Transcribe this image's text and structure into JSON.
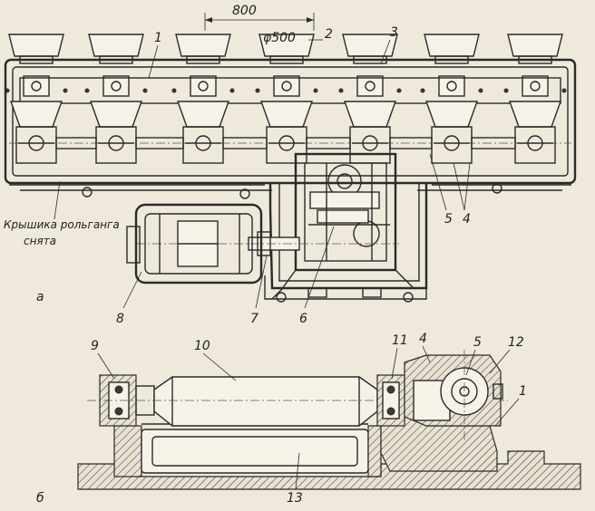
{
  "figure": {
    "view_a_letter": "а",
    "view_b_letter": "б",
    "dimension_800": "800",
    "dimension_diameter": "φ500",
    "cover_note_line1": "Крышика рольганга",
    "cover_note_line2": "снята"
  },
  "callouts": {
    "top_1": "1",
    "top_2": "2",
    "top_3": "3",
    "top_4": "4",
    "top_5": "5",
    "top_6": "6",
    "top_7": "7",
    "top_8": "8",
    "bot_1": "1",
    "bot_4": "4",
    "bot_5": "5",
    "bot_9": "9",
    "bot_10": "10",
    "bot_11": "11",
    "bot_12": "12",
    "bot_13": "13"
  },
  "colors": {
    "paper": "#efe9dc",
    "ink": "#2a2a2a"
  }
}
